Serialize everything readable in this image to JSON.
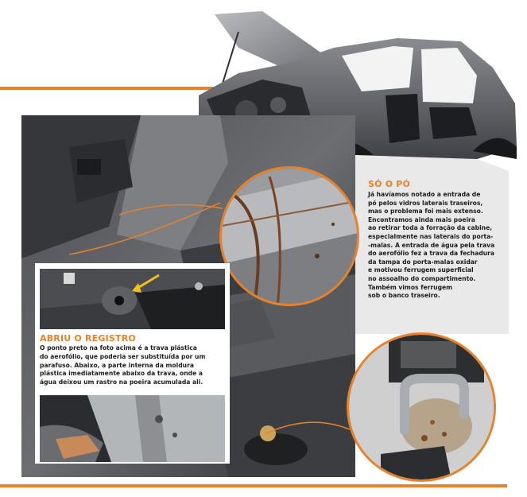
{
  "colors": {
    "accent": "#e8822a",
    "text": "#1c1c1c"
  },
  "sidebar_story": {
    "heading": "SÓ O PÓ",
    "body": "Já havíamos notado a entrada de\npó pelos vidros laterais traseiros,\nmas o problema foi mais extenso.\nEncontramos ainda mais poeira\nao retirar toda a forração da cabine,\nespecialmente nas laterais do porta-\n-malas. A entrada de água pela trava\ndo aerofólio fez a trava da fechadura\nda tampa do porta-malas oxidar\ne motivou ferrugem superficial\nno assoalho do compartimento.\nTambém vimos ferrugem\nsob o banco traseiro."
  },
  "inset_story": {
    "heading": "ABRIU O REGISTRO",
    "body": "O ponto preto na foto acima é a trava plástica\ndo aerofólio, que poderia ser substituída por um\nparafuso. Abaixo, a parte interna da moldura\nplástica imediatamente abaixo da trava, onde a\nágua deixou um rastro na poeira acumulada ali."
  }
}
